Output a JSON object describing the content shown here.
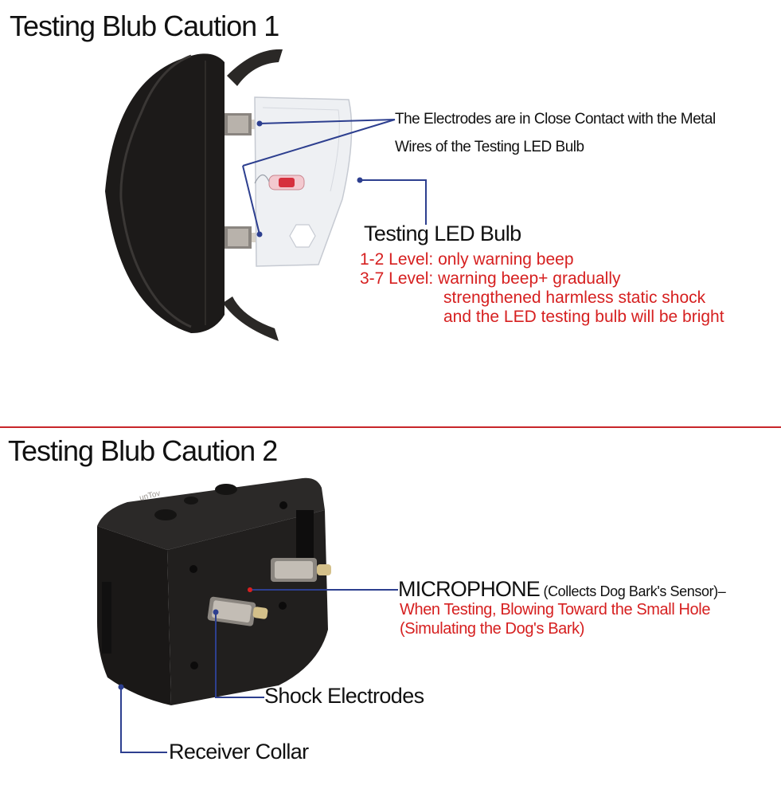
{
  "section1": {
    "title": "Testing Blub Caution 1",
    "electrodes_note_line1": "The Electrodes are in Close Contact with the Metal",
    "electrodes_note_line2": "Wires of the Testing LED Bulb",
    "bulb_label": "Testing LED Bulb",
    "level1_prefix": "1-2 Level:",
    "level1_text": "only warning beep",
    "level2_prefix": "3-7 Level:",
    "level2_text_line1": "warning beep+ gradually",
    "level2_text_line2": "strengthened harmless static shock",
    "level2_text_line3": "and the LED testing bulb will be bright"
  },
  "section2": {
    "title": "Testing Blub Caution 2",
    "microphone_label": "MICROPHONE",
    "microphone_sub": "(Collects Dog Bark's Sensor)–",
    "testing_note_line1": "When Testing, Blowing Toward the Small Hole",
    "testing_note_line2": "(Simulating the Dog's Bark)",
    "shock_electrodes_label": "Shock Electrodes",
    "receiver_collar_label": "Receiver Collar",
    "device_button_text": "unTov"
  },
  "colors": {
    "divider": "#c8262a",
    "red_text": "#d62020",
    "leader_line": "#2d3f8f",
    "device_body": "#1c1a19"
  }
}
